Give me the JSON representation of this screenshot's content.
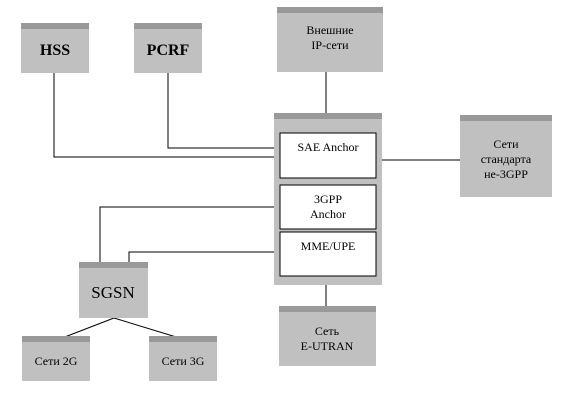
{
  "nodes": {
    "hss": "HSS",
    "pcrf": "PCRF",
    "ext_ip_line1": "Внешние",
    "ext_ip_line2": "IP-сети",
    "non3gpp_line1": "Сети",
    "non3gpp_line2": "стандарта",
    "non3gpp_line3": "не-3GPP",
    "sae_anchor": "SAE Anchor",
    "gpp_anchor_line1": "3GPP",
    "gpp_anchor_line2": "Anchor",
    "mme_upe": "MME/UPE",
    "sgsn": "SGSN",
    "eutran_line1": "Сеть",
    "eutran_line2": "E-UTRAN",
    "net2g": "Сети 2G",
    "net3g": "Сети 3G"
  },
  "colors": {
    "box_face": "#c0c0c0",
    "box_top": "#999999",
    "inner_fill": "#ffffff",
    "line": "#000000"
  }
}
